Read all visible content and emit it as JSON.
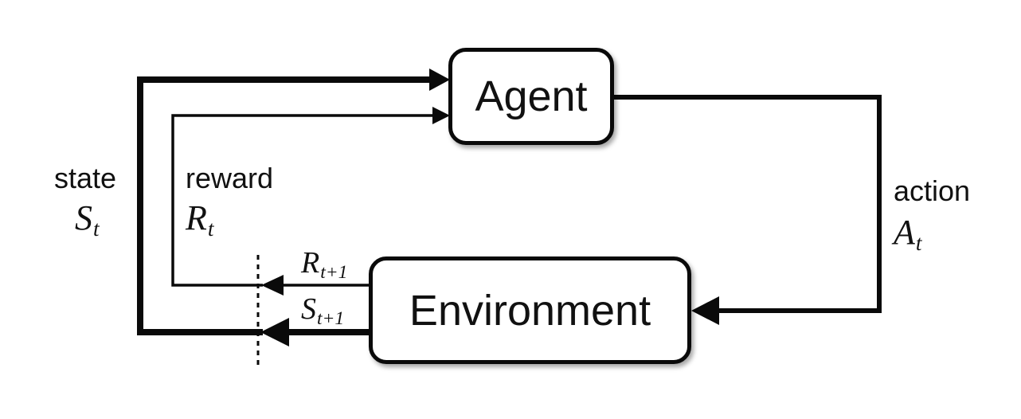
{
  "diagram": {
    "name": "agent-environment-interaction-loop",
    "nodes": {
      "agent": {
        "label": "Agent"
      },
      "environment": {
        "label": "Environment"
      }
    },
    "labels": {
      "state": {
        "word": "state",
        "symbol": "S",
        "sub": "t"
      },
      "reward": {
        "word": "reward",
        "symbol": "R",
        "sub": "t"
      },
      "action": {
        "word": "action",
        "symbol": "A",
        "sub": "t"
      },
      "next_reward": {
        "symbol": "R",
        "sub": "t+1"
      },
      "next_state": {
        "symbol": "S",
        "sub": "t+1"
      }
    },
    "edges": [
      {
        "name": "state-to-agent",
        "from": "environment",
        "to": "agent",
        "style": "thick"
      },
      {
        "name": "reward-to-agent",
        "from": "environment",
        "to": "agent",
        "style": "thin"
      },
      {
        "name": "action-to-environment",
        "from": "agent",
        "to": "environment",
        "style": "medium"
      }
    ],
    "colors": {
      "line": "#0a0a0a",
      "box_fill": "#ffffff",
      "background": "#ffffff",
      "text": "#111111"
    }
  }
}
